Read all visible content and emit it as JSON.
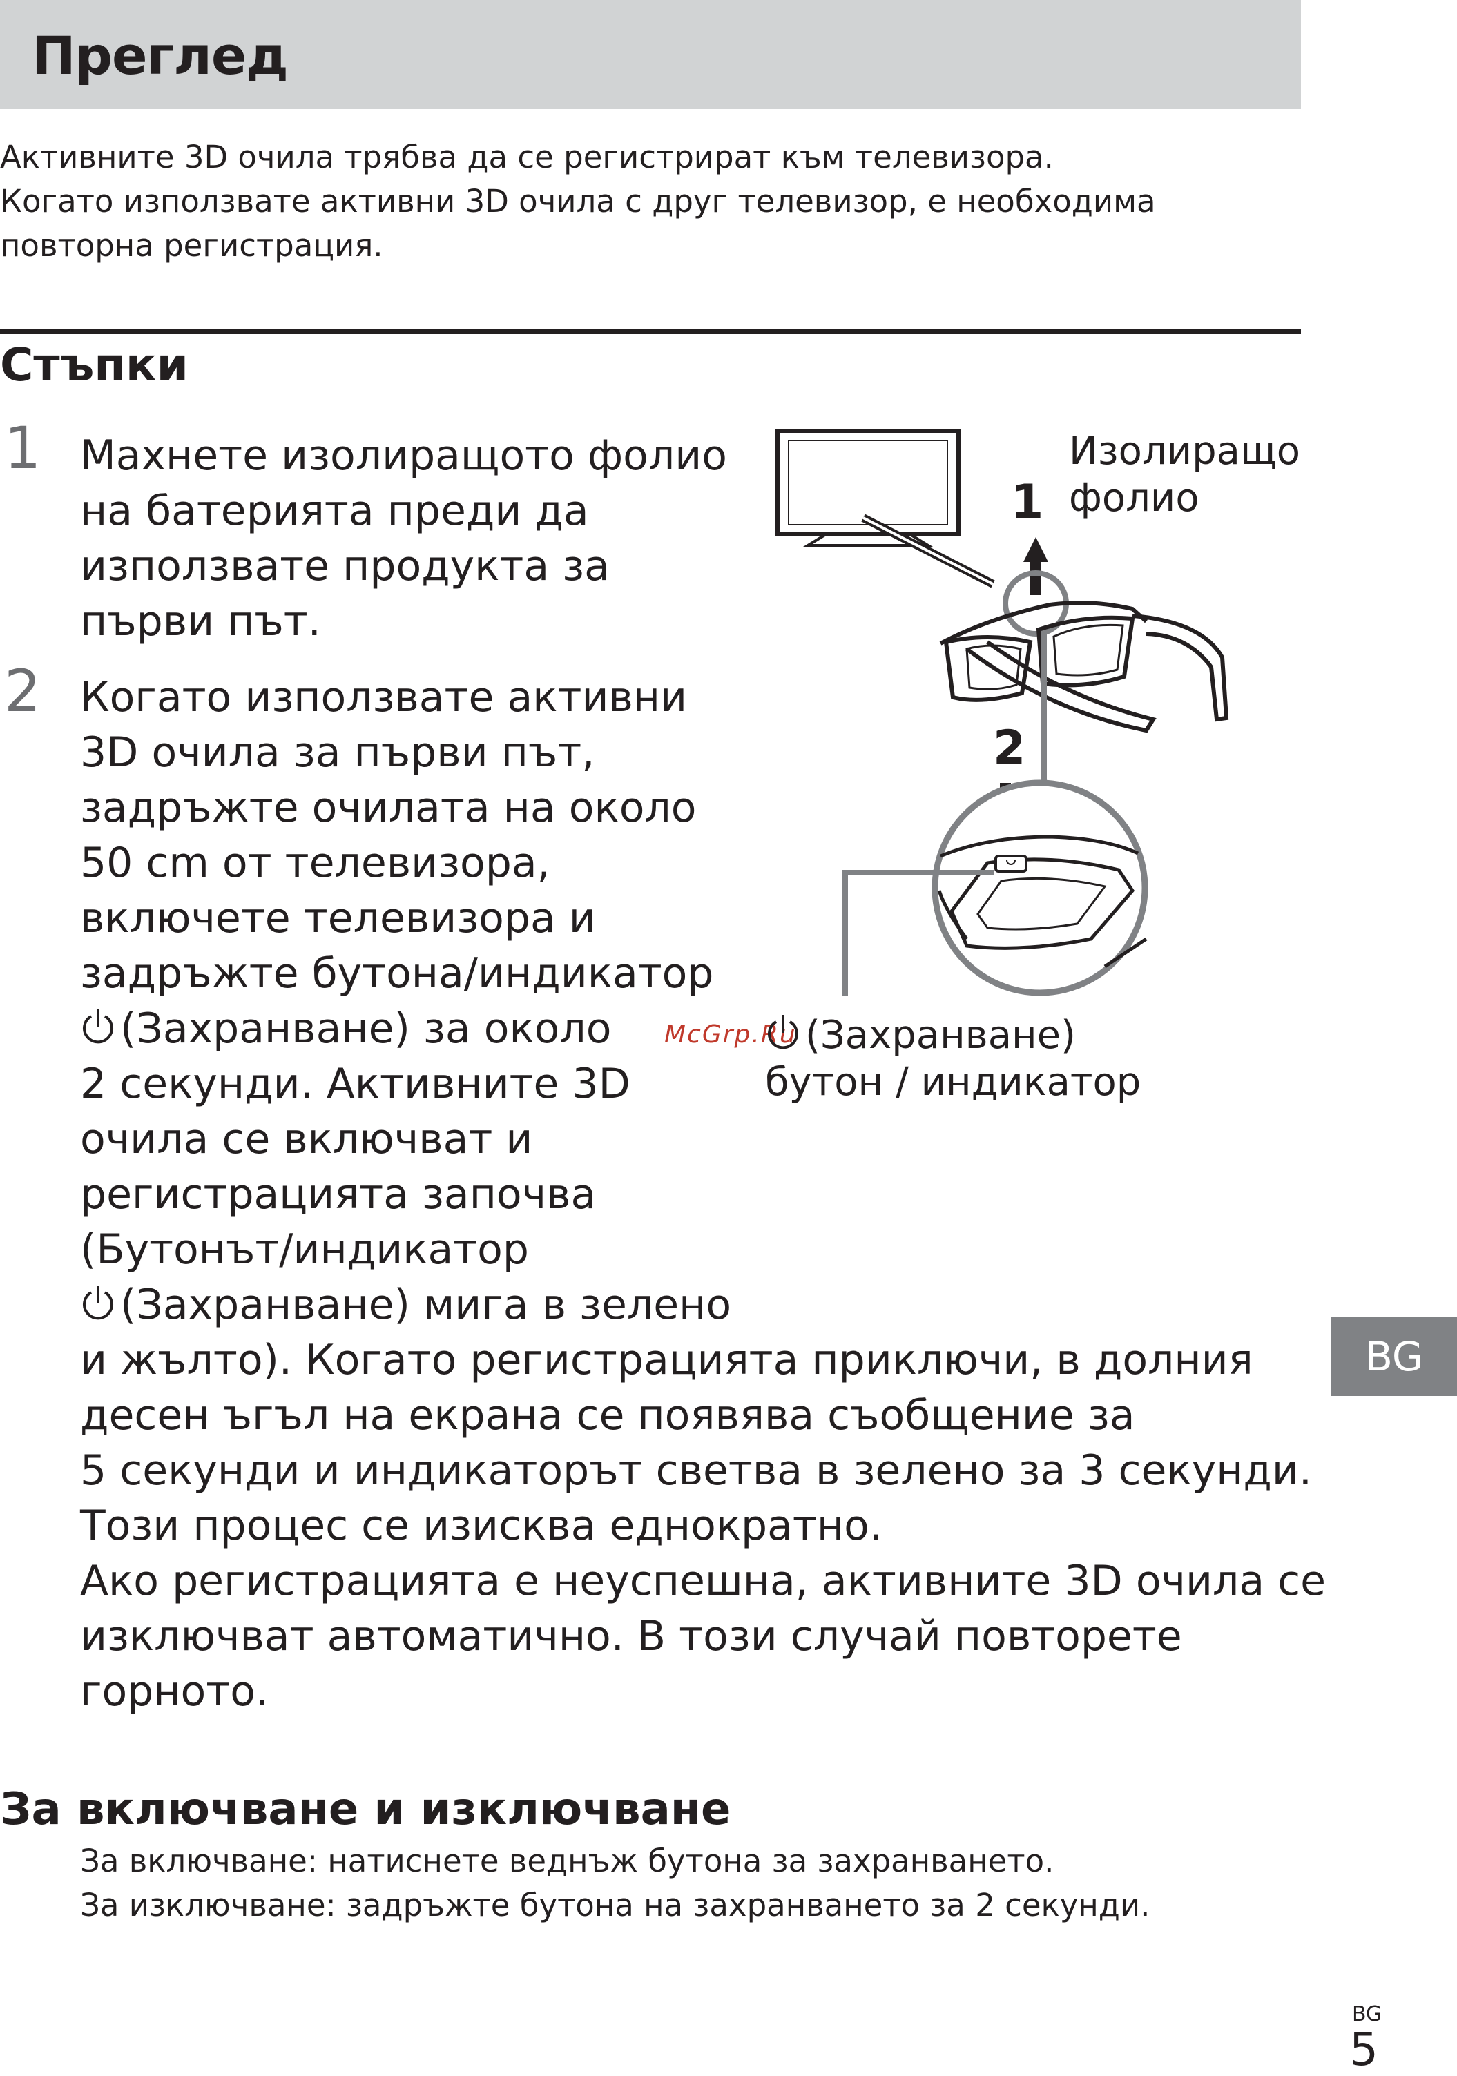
{
  "header": {
    "title": "Преглед"
  },
  "intro": {
    "lines": [
      "Активните 3D очила трябва да се регистрират към телевизора.",
      "Когато използвате активни 3D очила с друг телевизор, е необходима",
      "повторна регистрация."
    ]
  },
  "steps": {
    "title": "Стъпки",
    "items": [
      {
        "number": "1",
        "lines": [
          "Махнете изолиращото фолио",
          "на батерията преди да",
          "използвате продукта за",
          "първи път."
        ]
      },
      {
        "number": "2",
        "lines": [
          "Когато използвате активни",
          "3D очила за първи път,",
          "задръжте очилата на около",
          "50 cm от телевизора,",
          "включете телевизора и",
          "задръжте бутона/индикатор",
          "(Захранване) за около",
          "2 секунди. Активните 3D",
          "очила се включват и",
          "регистрацията започва",
          "(Бутонът/индикатор",
          "(Захранване) мига в зелено",
          "и жълто). Когато регистрацията приключи, в долния",
          "десен ъгъл на екрана се появява съобщение за",
          "5 секунди и индикаторът светва в зелено за 3 секунди.",
          "Този процес се изисква еднократно.",
          "Ако регистрацията е неуспешна, активните 3D очила се",
          "изключват автоматично. В този случай повторете",
          "горното."
        ]
      }
    ]
  },
  "figure": {
    "film_label_1": "Изолиращо",
    "film_label_2": "фолио",
    "power_label_1": "(Захранване)",
    "power_label_2": "бутон / индикатор",
    "marker_1": "1",
    "marker_2": "2",
    "icons": [
      "tv-icon",
      "glasses-icon",
      "power-icon",
      "arrow-up-icon",
      "arrow-down-icon"
    ]
  },
  "watermark": "McGrp.Ru",
  "tab": {
    "label": "BG"
  },
  "power_section": {
    "title": "За включване и изключване",
    "on_text": "За включване: натиснете веднъж бутона за захранването.",
    "off_text": "За изключване: задръжте бутона на захранването за 2 секунди."
  },
  "footer": {
    "lang": "BG",
    "page": "5"
  },
  "colors": {
    "text": "#231f20",
    "header_bg": "#d1d3d4",
    "tab_bg": "#808285",
    "number_gray": "#6d6e71",
    "figure_gray": "#808285"
  }
}
